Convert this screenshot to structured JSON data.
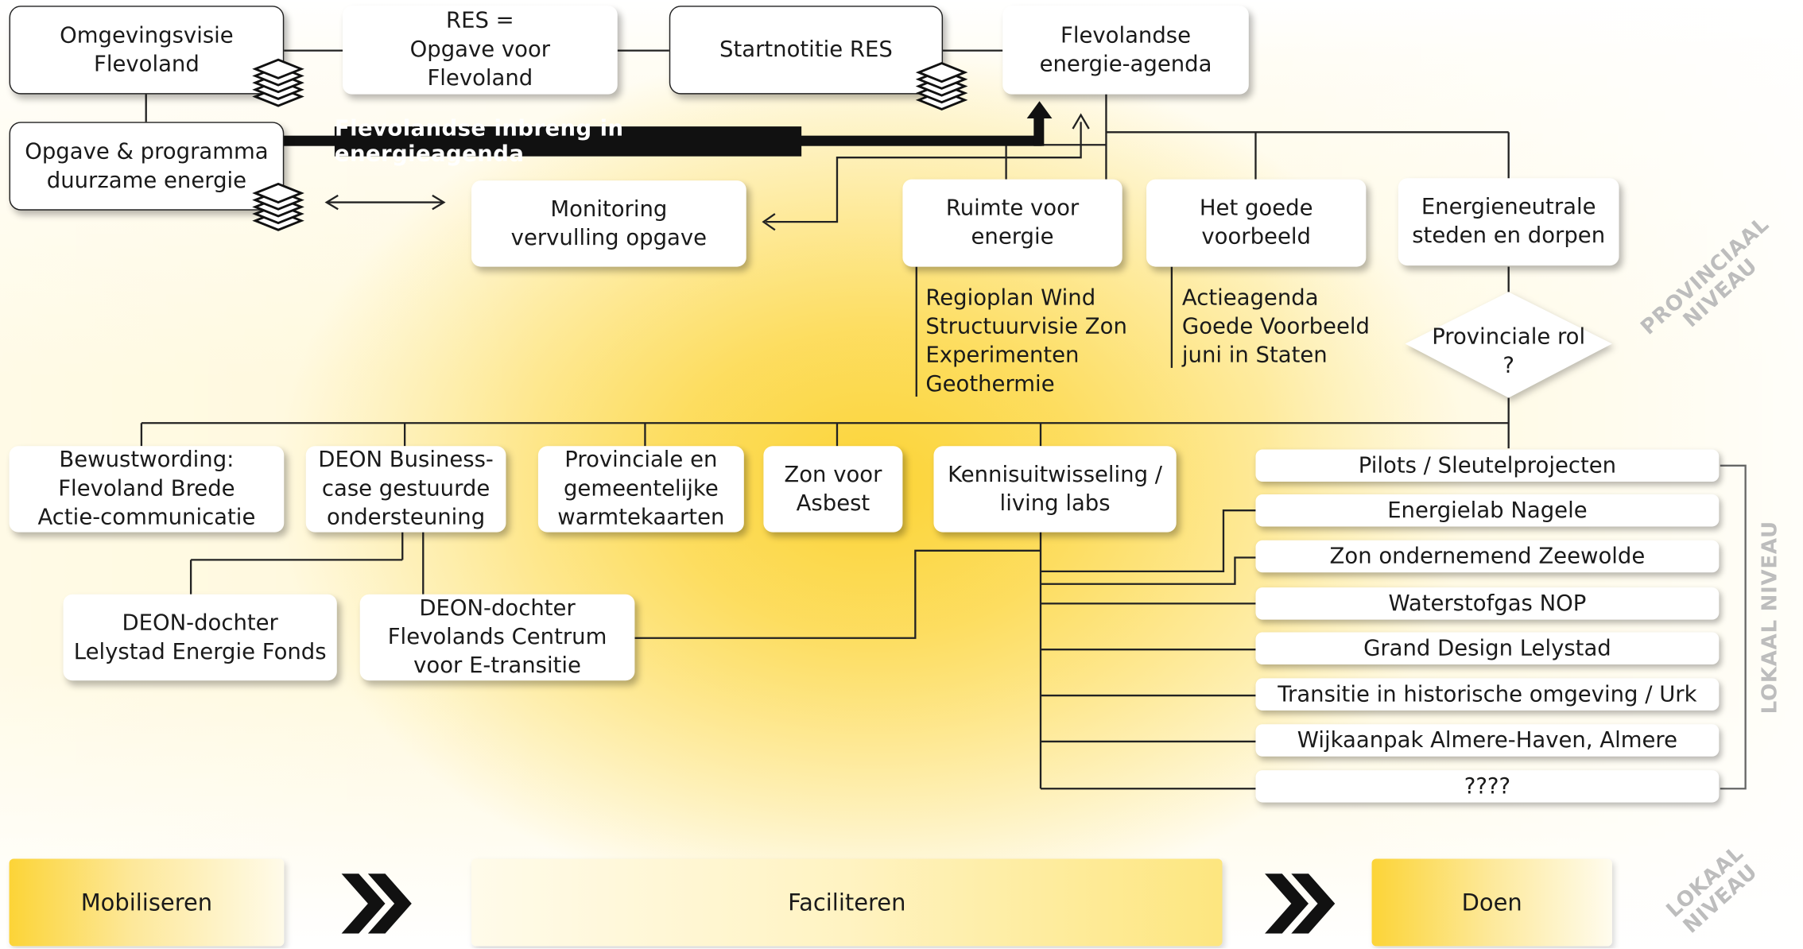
{
  "colors": {
    "accent": "#fcd437",
    "dark": "#111111",
    "level_text": "#bdbdbd"
  },
  "top": {
    "omgevingsvisie": "Omgevingsvisie\nFlevoland",
    "res": "RES =\nOpgave voor\nFlevoland",
    "startnotitie": "Startnotitie RES",
    "energieagenda": "Flevolandse\nenergie-agenda",
    "opgave": "Opgave & programma\nduurzame energie",
    "banner": "Flevolandse inbreng in energieagenda",
    "monitoring": "Monitoring\nvervulling opgave"
  },
  "provincial": {
    "ruimte": "Ruimte voor\nenergie",
    "goede": "Het goede\nvoorbeeld",
    "neutrale": "Energieneutrale\nsteden en dorpen",
    "ruimte_list": "Regioplan Wind\nStructuurvisie Zon\nExperimenten\nGeothermie",
    "goede_list": "Actieagenda\nGoede Voorbeeld\njuni in Staten",
    "rol": "Provinciale rol\n?"
  },
  "middle": {
    "bewustwording": "Bewustwording:\nFlevoland Brede\nActie-communicatie",
    "deon": "DEON Business-\ncase gestuurde\nondersteuning",
    "warmte": "Provinciale en\ngemeentelijke\nwarmtekaarten",
    "zon_asbest": "Zon voor\nAsbest",
    "kennis": "Kennisuitwisseling /\nliving labs",
    "deon_fonds": "DEON-dochter\nLelystad Energie Fonds",
    "deon_centrum": "DEON-dochter\nFlevolands Centrum\nvoor E-transitie"
  },
  "pilots": [
    "Pilots / Sleutelprojecten",
    "Energielab Nagele",
    "Zon ondernemend Zeewolde",
    "Waterstofgas NOP",
    "Grand Design Lelystad",
    "Transitie in historische omgeving / Urk",
    "Wijkaanpak Almere-Haven, Almere",
    "????"
  ],
  "phases": {
    "mobiliseren": "Mobiliseren",
    "faciliteren": "Faciliteren",
    "doen": "Doen"
  },
  "levels": {
    "provinciaal": "PROVINCIAAL\nNIVEAU",
    "lokaal": "LOKAAL NIVEAU",
    "lokaal_bottom": "LOKAAL\nNIVEAU"
  },
  "icons": [
    "document-stack-icon",
    "double-chevron-right-icon",
    "bidirectional-arrow-icon"
  ]
}
